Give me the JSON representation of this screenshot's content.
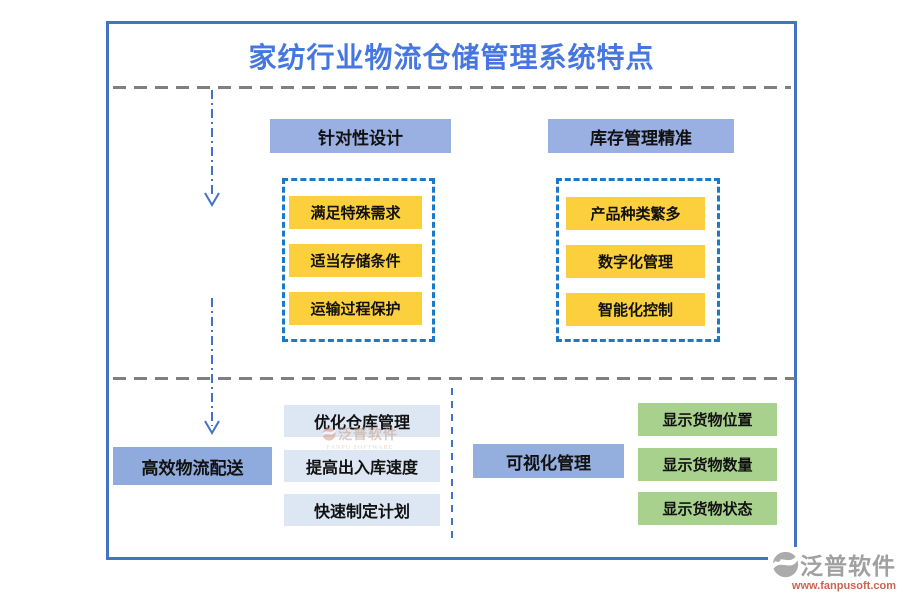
{
  "page": {
    "title": "家纺行业物流仓储管理系统特点"
  },
  "top_section": {
    "groups": [
      {
        "header": "针对性设计",
        "items": [
          "满足特殊需求",
          "适当存储条件",
          "运输过程保护"
        ]
      },
      {
        "header": "库存管理精准",
        "items": [
          "产品种类繁多",
          "数字化管理",
          "智能化控制"
        ]
      }
    ]
  },
  "bottom_section": {
    "left_group": {
      "header": "高效物流配送",
      "items": [
        "优化仓库管理",
        "提高出入库速度",
        "快速制定计划"
      ]
    },
    "right_group": {
      "header": "可视化管理",
      "items": [
        "显示货物位置",
        "显示货物数量",
        "显示货物状态"
      ]
    }
  },
  "branding": {
    "watermark_text": "泛普软件",
    "watermark_subtext": "FANPU SOFTWARE",
    "logo_text": "泛普软件",
    "logo_url": "www.fanpusoft.com"
  },
  "colors": {
    "frame_border": "#4472c4",
    "title_text": "#4677e0",
    "header_bg": "#9bb0e2",
    "header_bg_dark": "#8faadc",
    "item_yellow_bg": "#fcd03c",
    "item_lightblue_bg": "#dde6f3",
    "item_green_bg": "#a9d18e",
    "dashed_container_border": "#1b79c8",
    "divider_gray": "#7f7f7f",
    "arrow_blue": "#4472c4",
    "logo_text_gray": "#a0a0a0",
    "logo_url_red": "#cc6450"
  }
}
